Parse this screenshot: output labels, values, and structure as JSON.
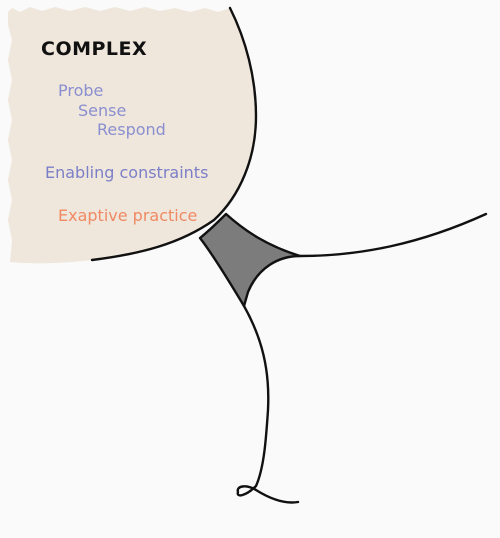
{
  "domain_title": "COMPLEX",
  "method": {
    "step1": "Probe",
    "step2": "Sense",
    "step3": "Respond"
  },
  "constraints": "Enabling constraints",
  "practice": "Exaptive practice",
  "colors": {
    "title": "#111111",
    "method": "#8a8fd0",
    "constraints": "#7b7fc8",
    "practice": "#f08a63",
    "panel_fill": "#efe6dc",
    "center_fill": "#7c7c7c",
    "line": "#111111",
    "background": "#fafafa"
  }
}
